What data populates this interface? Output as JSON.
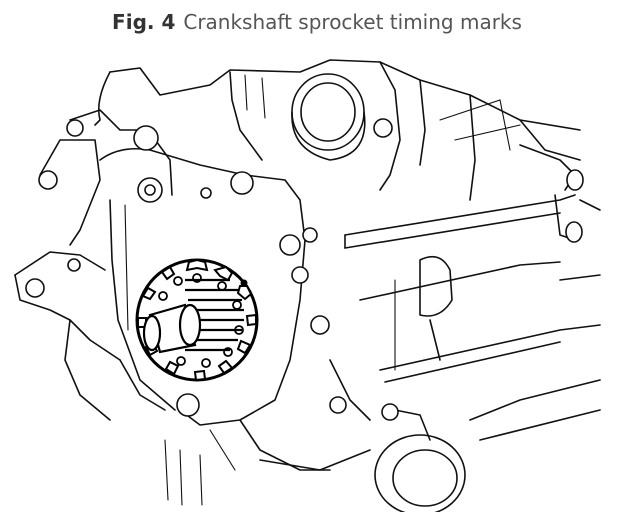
{
  "figure": {
    "label": "Fig. 4",
    "title": "Crankshaft sprocket timing marks"
  },
  "drawing": {
    "subject": "engine-block-crankshaft-sprocket",
    "line_color": "#111111",
    "background": "#ffffff"
  }
}
